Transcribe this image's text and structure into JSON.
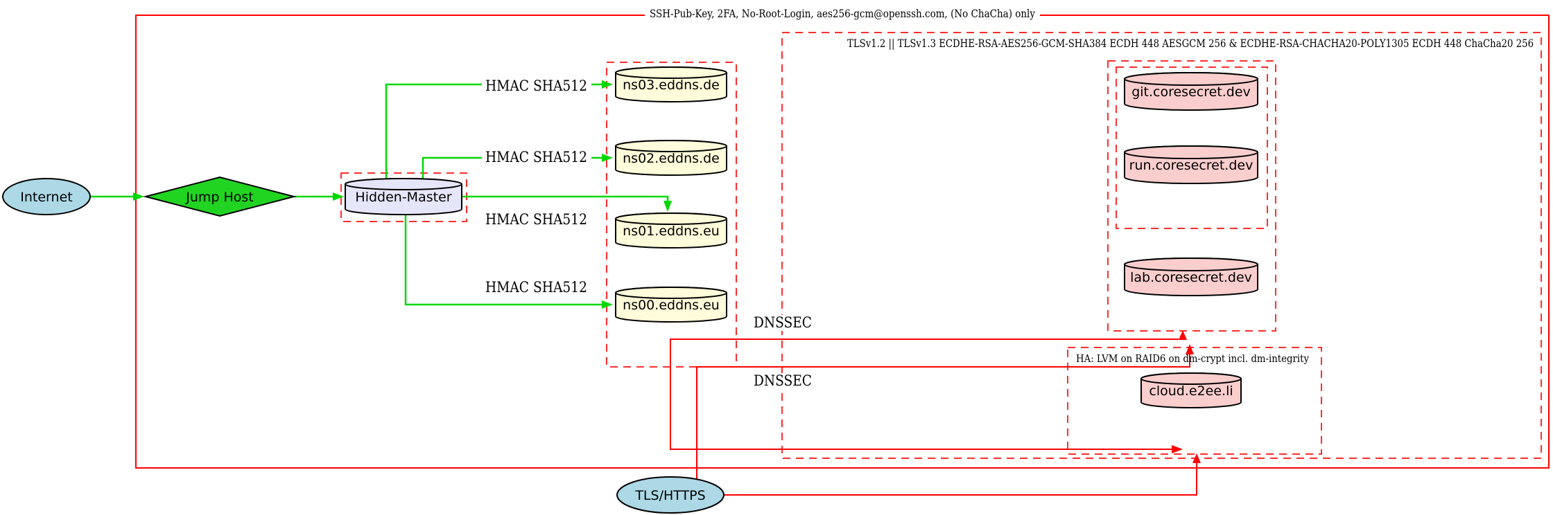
{
  "diagram": {
    "cluster_labels": {
      "outer": "SSH-Pub-Key, 2FA, No-Root-Login, aes256-gcm@openssh.com, (No ChaCha) only",
      "tls": "TLSv1.2 || TLSv1.3 ECDHE-RSA-AES256-GCM-SHA384 ECDH 448 AESGCM 256 & ECDHE-RSA-CHACHA20-POLY1305 ECDH 448 ChaCha20 256",
      "ha": "HA: LVM on RAID6 on dm-crypt incl. dm-integrity"
    },
    "nodes": {
      "internet": "Internet",
      "jump_host": "Jump Host",
      "hidden_master": "Hidden-Master",
      "ns03": "ns03.eddns.de",
      "ns02": "ns02.eddns.de",
      "ns01": "ns01.eddns.eu",
      "ns00": "ns00.eddns.eu",
      "git": "git.coresecret.dev",
      "run": "run.coresecret.dev",
      "lab": "lab.coresecret.dev",
      "cloud": "cloud.e2ee.li",
      "tls_https": "TLS/HTTPS"
    },
    "edge_labels": {
      "hmac": "HMAC SHA512",
      "dnssec": "DNSSEC"
    },
    "colors": {
      "edge_green": "#00d800",
      "edge_red": "#ff0000",
      "box_red": "#ff2d2d",
      "node_blue": "#add8e6",
      "node_green": "#22d422",
      "node_lavender": "#e6e6fa",
      "node_yellow": "#fefcda",
      "node_pink": "#fbcece"
    }
  }
}
